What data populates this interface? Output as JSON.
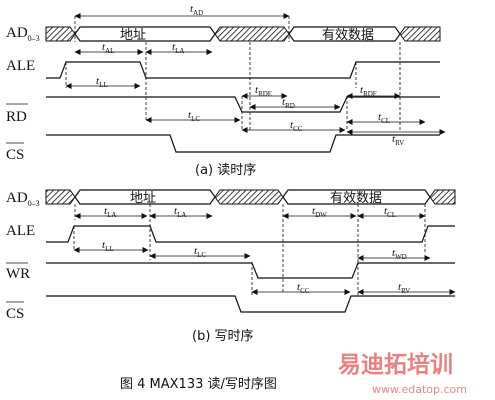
{
  "signals": {
    "read": [
      {
        "main": "AD",
        "sub": "0–3",
        "overline": false
      },
      {
        "main": "ALE",
        "sub": "",
        "overline": false
      },
      {
        "main": "RD",
        "sub": "",
        "overline": true
      },
      {
        "main": "CS",
        "sub": "",
        "overline": true
      }
    ],
    "write": [
      {
        "main": "AD",
        "sub": "0–3",
        "overline": false
      },
      {
        "main": "ALE",
        "sub": "",
        "overline": false
      },
      {
        "main": "WR",
        "sub": "",
        "overline": true
      },
      {
        "main": "CS",
        "sub": "",
        "overline": true
      }
    ]
  },
  "bus_labels": {
    "read_address": "地址",
    "read_data": "有效数据",
    "write_address": "地址",
    "write_data": "有效数据"
  },
  "timing": {
    "read": {
      "t_AD": {
        "t": "t",
        "sub": "AD"
      },
      "t_AL": {
        "t": "t",
        "sub": "AL"
      },
      "t_LA": {
        "t": "t",
        "sub": "LA"
      },
      "t_LL": {
        "t": "t",
        "sub": "LL"
      },
      "t_RDE": {
        "t": "t",
        "sub": "RDE"
      },
      "t_RD": {
        "t": "t",
        "sub": "RD"
      },
      "t_RDF": {
        "t": "t",
        "sub": "RDF"
      },
      "t_LC": {
        "t": "t",
        "sub": "LC"
      },
      "t_CC": {
        "t": "t",
        "sub": "CC"
      },
      "t_CL": {
        "t": "t",
        "sub": "CL"
      },
      "t_RV": {
        "t": "t",
        "sub": "RV"
      }
    },
    "write": {
      "t_LA1": {
        "t": "t",
        "sub": "LA"
      },
      "t_LA2": {
        "t": "t",
        "sub": "LA"
      },
      "t_DW": {
        "t": "t",
        "sub": "DW"
      },
      "t_CL": {
        "t": "t",
        "sub": "CL"
      },
      "t_LL": {
        "t": "t",
        "sub": "LL"
      },
      "t_LC": {
        "t": "t",
        "sub": "LC"
      },
      "t_WD": {
        "t": "t",
        "sub": "WD"
      },
      "t_CC": {
        "t": "t",
        "sub": "CC"
      },
      "t_RV": {
        "t": "t",
        "sub": "RV"
      }
    }
  },
  "captions": {
    "read": "(a) 读时序",
    "write": "(b) 写时序",
    "figure": "图 4    MAX133 读/写时序图"
  },
  "watermark": {
    "brand": "易迪拓培训",
    "url": "www.edatop.com"
  }
}
